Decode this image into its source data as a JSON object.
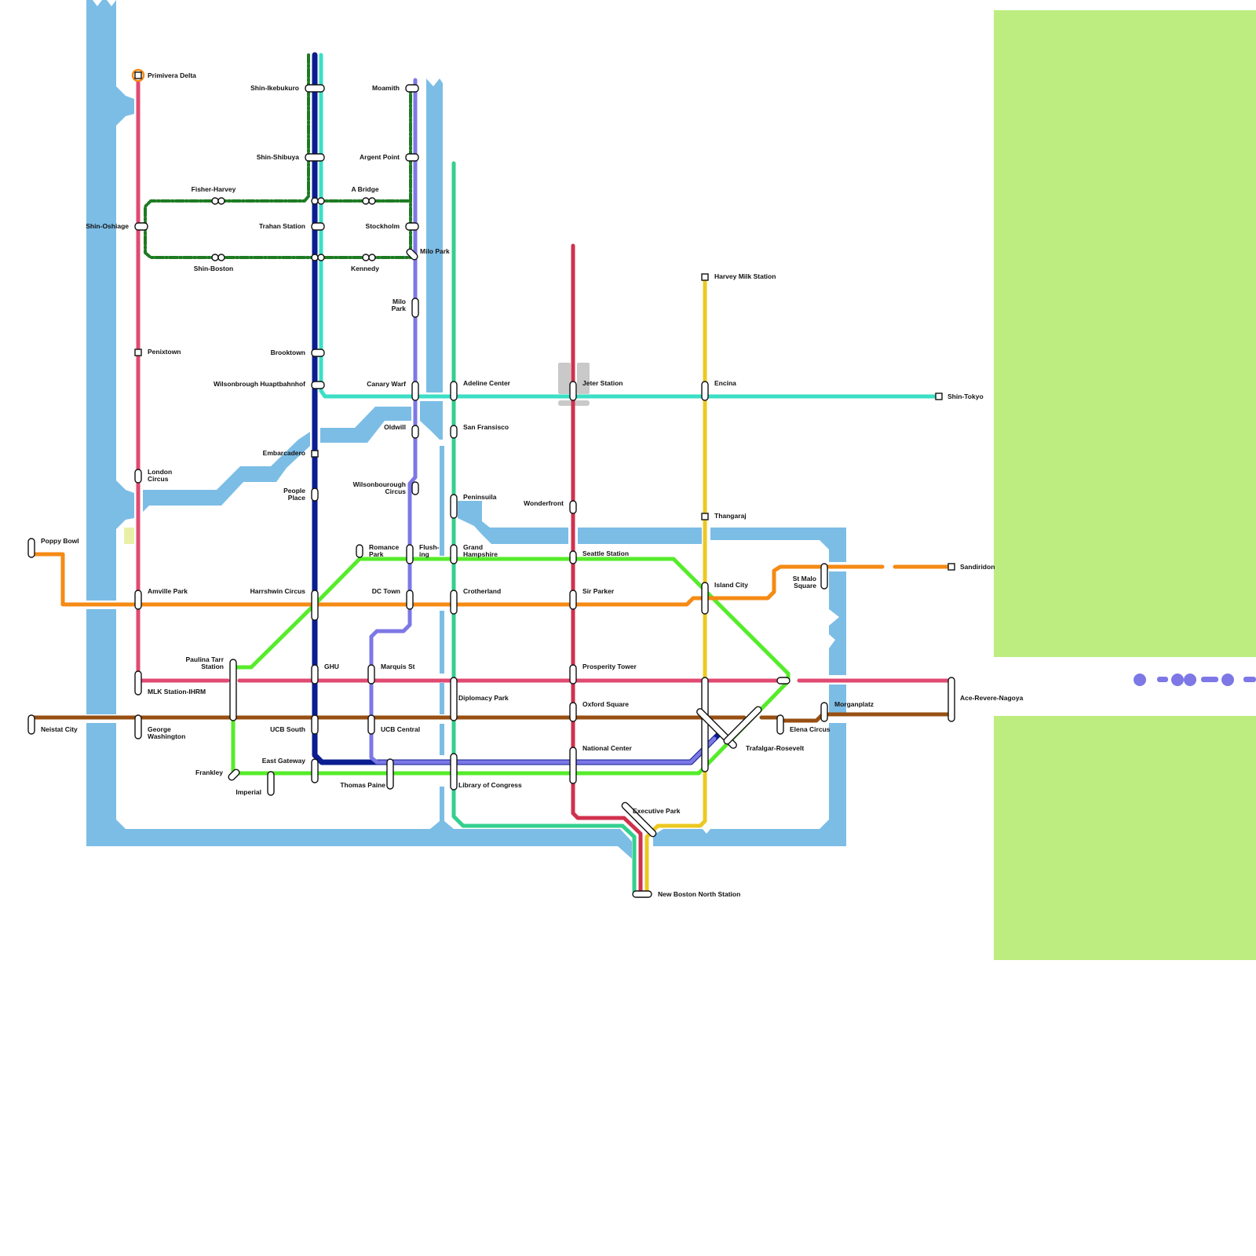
{
  "colors": {
    "water": "#7cbde6",
    "park": "#bded80",
    "land_small": "#e8f0a8",
    "building": "#c9c9c9",
    "pink": "#e04a72",
    "orange": "#f58a14",
    "brown": "#974f12",
    "navy": "#0a1e91",
    "teal": "#3bdfc5",
    "purple": "#7d78e6",
    "mint": "#34cf8f",
    "red": "#d0314d",
    "yellow": "#ecc921",
    "lime": "#55ec2a",
    "darkgreen": "#1e7b22"
  },
  "lines": [
    {
      "id": "pink-line",
      "color": "pink"
    },
    {
      "id": "orange-line",
      "color": "orange"
    },
    {
      "id": "brown-line",
      "color": "brown"
    },
    {
      "id": "navy-line",
      "color": "navy"
    },
    {
      "id": "teal-line",
      "color": "teal"
    },
    {
      "id": "purple-line",
      "color": "purple"
    },
    {
      "id": "mint-line",
      "color": "mint"
    },
    {
      "id": "red-line",
      "color": "red"
    },
    {
      "id": "yellow-line",
      "color": "yellow"
    },
    {
      "id": "lime-line",
      "color": "lime"
    },
    {
      "id": "darkgreen-loop",
      "color": "darkgreen",
      "style": "dash-dot"
    }
  ],
  "stations": {
    "primivera_delta": "Primivera Delta",
    "shin_oshiage": "Shin-Oshiage",
    "penixtown": "Penixtown",
    "london_circus": [
      "London",
      "Circus"
    ],
    "poppy_bowl": "Poppy Bowl",
    "amville_park": "Amville Park",
    "mlk_station": "MLK Station-IHRM",
    "neistat_city": "Neistat City",
    "george_washington": [
      "George",
      "Washington"
    ],
    "fisher_harvey": "Fisher-Harvey",
    "shin_boston": "Shin-Boston",
    "shin_ikebukuro": "Shin-Ikebukuro",
    "shin_shibuya": "Shin-Shibuya",
    "trahan_station": "Trahan Station",
    "brooktown": "Brooktown",
    "wilsonbrough": "Wilsonbrough Huaptbahnhof",
    "embarcadero": "Embarcadero",
    "people_place": [
      "People",
      "Place"
    ],
    "harrshwin_circus": "Harrshwin Circus",
    "paulina_tarr": [
      "Paulina Tarr",
      "Station"
    ],
    "ghu": "GHU",
    "ucb_south": "UCB South",
    "east_gateway": "East Gateway",
    "frankley": "Frankley",
    "imperial": "Imperial",
    "moamith": "Moamith",
    "argent_point": "Argent Point",
    "a_bridge": "A Bridge",
    "stockholm": "Stockholm",
    "kennedy": "Kennedy",
    "milo_park_1": "Milo Park",
    "milo_park_2": [
      "Milo",
      "Park"
    ],
    "canary_warf": "Canary Warf",
    "oldwill": "Oldwill",
    "wilsonbourough_circus": [
      "Wilsonbourough",
      "Circus"
    ],
    "romance_park": [
      "Romance",
      "Park"
    ],
    "flushing": [
      "Flush-",
      "ing"
    ],
    "dc_town": "DC Town",
    "marquis_st": "Marquis St",
    "ucb_central": "UCB Central",
    "thomas_paine": "Thomas Paine",
    "adeline_center": "Adeline Center",
    "san_fransisco": "San Fransisco",
    "peninsula": "Peninsuila",
    "grand_hampshire": [
      "Grand",
      "Hampshire"
    ],
    "crotherland": "Crotherland",
    "diplomacy_park": "Diplomacy Park",
    "library_of_congress": "Library of Congress",
    "jeter_station": "Jeter Station",
    "wonderfront": "Wonderfront",
    "seattle_station": "Seattle Station",
    "sir_parker": "Sir Parker",
    "prosperity_tower": "Prosperity Tower",
    "oxford_square": "Oxford Square",
    "national_center": "National Center",
    "executive_park": "Executive Park",
    "new_boston_north": "New Boston North Station",
    "harvey_milk": "Harvey Milk Station",
    "encina": "Encina",
    "thangaraj": "Thangaraj",
    "island_city": "Island City",
    "trafalgar_rosevelt": "Trafalgar-Rosevelt",
    "shin_tokyo": "Shin-Tokyo",
    "st_malo_square": [
      "St Malo",
      "Square"
    ],
    "sandiridon": "Sandiridon",
    "morganplatz": "Morganplatz",
    "elena_circus": "Elena Circus",
    "ace_revere_nagoya": "Ace-Revere-Nagoya"
  }
}
